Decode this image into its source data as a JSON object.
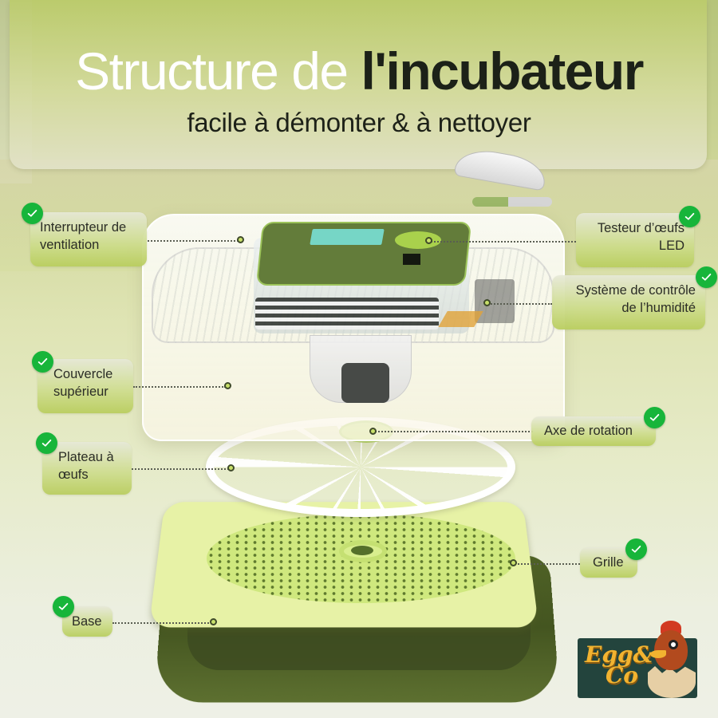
{
  "header": {
    "title_light": "Structure de ",
    "title_bold": "l'incubateur",
    "subtitle": "facile à démonter & à nettoyer"
  },
  "callouts": [
    {
      "id": "ventilation",
      "label": "Interrupteur de ventilation",
      "lines": [
        "Interrupteur de",
        "ventilation"
      ],
      "align": "left"
    },
    {
      "id": "led-tester",
      "label": "Testeur d’œufs LED",
      "lines": [
        "Testeur d’œufs",
        "LED"
      ],
      "align": "right"
    },
    {
      "id": "humidity",
      "label": "Système de contrôle de l’humidité",
      "lines": [
        "Système de contrôle",
        "de l’humidité"
      ],
      "align": "right"
    },
    {
      "id": "cover",
      "label": "Couvercle supérieur",
      "lines": [
        "Couvercle",
        "supérieur"
      ],
      "align": "left"
    },
    {
      "id": "rotation-axis",
      "label": "Axe de rotation",
      "lines": [
        "Axe de rotation"
      ],
      "align": "left"
    },
    {
      "id": "egg-tray",
      "label": "Plateau à œufs",
      "lines": [
        "Plateau à",
        "œufs"
      ],
      "align": "left"
    },
    {
      "id": "grid",
      "label": "Grille",
      "lines": [
        "Grille"
      ],
      "align": "left"
    },
    {
      "id": "base",
      "label": "Base",
      "lines": [
        "Base"
      ],
      "align": "left"
    }
  ],
  "icons": {
    "check": "check-circle-icon"
  },
  "logo": {
    "line1": "Egg&",
    "line2": "Co"
  },
  "colors": {
    "check_green": "#17b53a",
    "title_dark": "#1c2118",
    "base_green": "#4f6226",
    "grid_lime": "#e7f2a6"
  }
}
